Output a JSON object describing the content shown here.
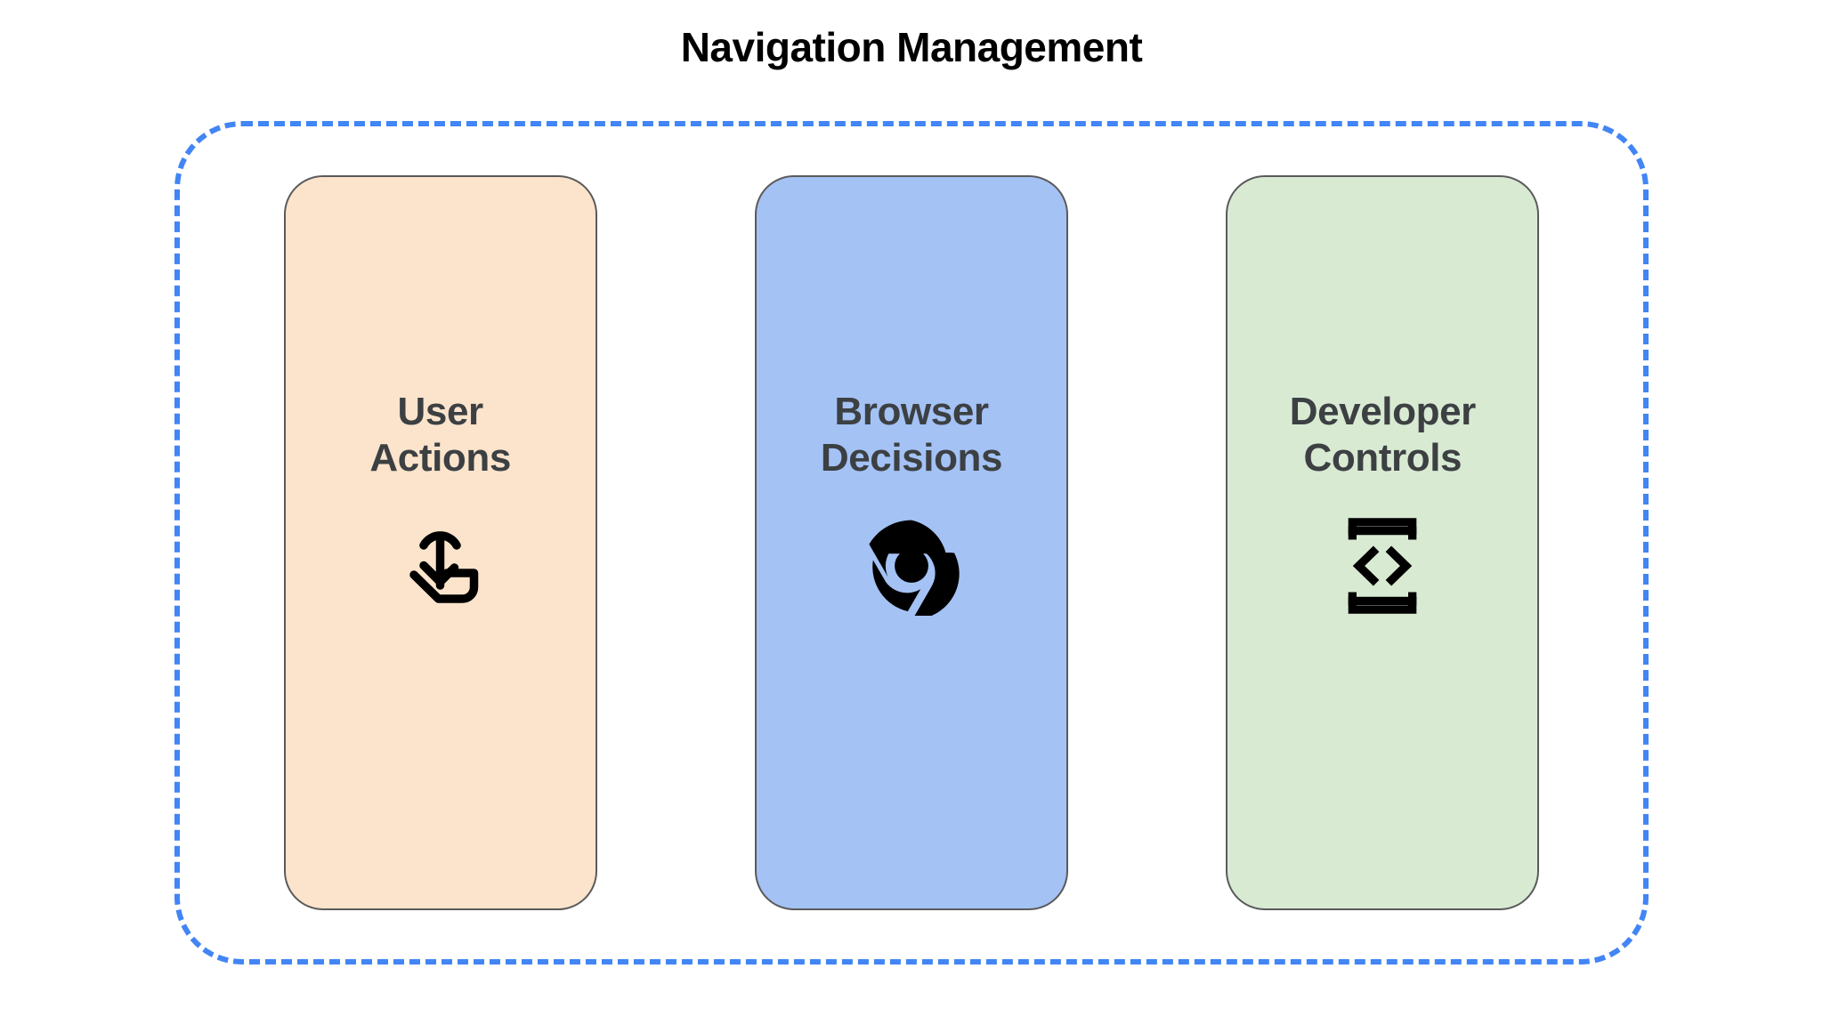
{
  "page": {
    "title": "Navigation Management",
    "background_color": "#ffffff",
    "title_color": "#000000"
  },
  "group": {
    "name": "navigation-management-group",
    "border_style": "dashed",
    "border_color": "#4285f4"
  },
  "cards": [
    {
      "id": "user-actions",
      "label": "User\nActions",
      "label_line1": "User",
      "label_line2": "Actions",
      "fill_color": "#fce4cc",
      "border_color": "#5a5a5a",
      "text_color": "#3c4043",
      "icon": "touch-gesture-icon",
      "icon_color": "#000000"
    },
    {
      "id": "browser-decisions",
      "label": "Browser\nDecisions",
      "label_line1": "Browser",
      "label_line2": "Decisions",
      "fill_color": "#a4c2f4",
      "border_color": "#5a5a5a",
      "text_color": "#3c4043",
      "icon": "chrome-logo-icon",
      "icon_color": "#000000"
    },
    {
      "id": "developer-controls",
      "label": "Developer\nControls",
      "label_line1": "Developer",
      "label_line2": "Controls",
      "fill_color": "#d9ead3",
      "border_color": "#5a5a5a",
      "text_color": "#3c4043",
      "icon": "developer-mode-device-icon",
      "icon_color": "#000000"
    }
  ]
}
